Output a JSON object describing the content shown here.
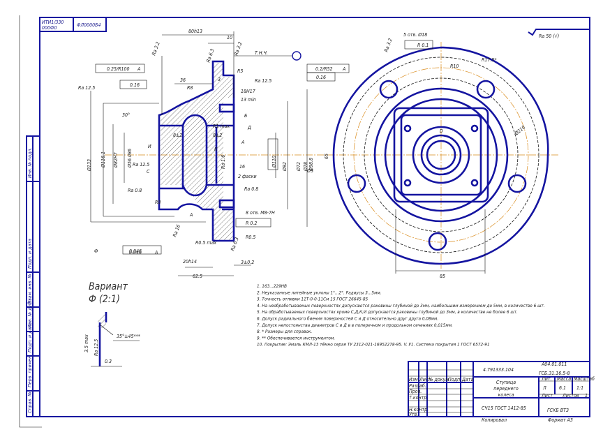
{
  "sheet": {
    "corner_stamp": [
      "ИТИ1/330",
      "000Ф0",
      "ФЛ0000Б4"
    ],
    "side_strip": [
      "Инв. № подл.",
      "Подп. и дата",
      "Взам. инв. №",
      "Инв. № дубл.",
      "Подп. и дата",
      "Перв. примен.",
      "Справ. №"
    ]
  },
  "section_view": {
    "labels": [
      "80h13",
      "10",
      "Ra 3.2",
      "Ra 6.3",
      "Ra 3.2",
      "Т.Н.Ч.",
      "0.25/R100",
      "A",
      "0.16",
      "36",
      "R8",
      "R5",
      "3",
      "Ra 12.5",
      "Ra 12.5",
      "18H17",
      "13 min",
      "Б",
      "Д",
      "30°",
      "R1 max",
      "8±2",
      "8±2",
      "И",
      "К",
      "A",
      "C",
      "Ra 12.5",
      "Ra 0.8",
      "R8",
      "16",
      "2 фаски",
      "Ra 0.8",
      "8 отв. M8-7H",
      "R 0.2",
      "0.046",
      "A",
      "R0.5",
      "R0.5 max",
      "Ф",
      "Ra 16",
      "0.046",
      "A",
      "20h14",
      "3±0.2",
      "62.5",
      "Ø133",
      "Ø116.1",
      "Ø82Н7",
      "Ø56.086",
      "Ø110",
      "Ø92",
      "Ø72",
      "Ø78",
      "Ø5",
      "Ø98.8",
      "Ra 1.6",
      "Ra 6.3"
    ]
  },
  "end_view": {
    "labels": [
      "5 отв. Ø18",
      "R 0.1",
      "Ra 3.2",
      "R10",
      "R17.5*",
      "Ø210",
      "0.2/R52",
      "A",
      "0.16",
      "85",
      "65",
      "D"
    ]
  },
  "roughness_general": "Ra 50 (√)",
  "detail_view": {
    "title": "Вариант",
    "subtitle": "Ф (2:1)",
    "labels": [
      "3.5 max",
      "Ra 12.5",
      "35°±45***",
      "0.3"
    ]
  },
  "notes": [
    "1. 163...229НВ",
    "2. Неуказанные литейные уклоны 1°...2°. Радиусы 3...5мм.",
    "3. Точность отливки 11Т-0-0-11См 15 ГОСТ 26645-85",
    "4. На необработываемых поверхностях допускаются раковины глубиной до 3мм, наибольшим измерением до 5мм, в количестве 6 шт.",
    "5. На обработываемых поверхностях кроме С,Д,К,И допускаются раковины глубиной до 3мм, в количестве не более 6 шт.",
    "6. Допуск радиального биения поверхностей С и Д относительно друг друга 0,08мм.",
    "7. Допуск непостоянства диаметров С и Д в в поперечном и продольном сечениях 0,015мм.",
    "8. * Размеры для справок.",
    "9. ** Обеспечивается инструментом.",
    "10. Покрытие: Эмаль КМЛ-13 тёмно серая ТУ 2312-021-16952278-95. V. У1. Система покрытия 1 ГОСТ 6572-91"
  ],
  "title_block": {
    "part_number": "4.791333.104",
    "doc_code": "А04.01.011",
    "doc_code2": "ГСБ.31.16.5-8",
    "name_lines": [
      "Ступица",
      "переднего",
      "колеса"
    ],
    "material": "СЧ15 ГОСТ 1412-85",
    "company": "ГСКБ ВТЗ",
    "lit_label": "Лит.",
    "mass_label": "Масса",
    "scale_label": "Масштаб",
    "lit": "Л",
    "mass": "6.1",
    "scale": "1:1",
    "sheet_label": "Лист",
    "sheets_label": "Листов",
    "sheets": "1",
    "rows": [
      "Изм.",
      "Лист",
      "№ докум.",
      "Подп.",
      "Дата",
      "Разраб.",
      "Пров.",
      "Т.контр.",
      "Н.контр.",
      "Утв."
    ],
    "copied": "Копировал",
    "format": "Формат  A3"
  }
}
